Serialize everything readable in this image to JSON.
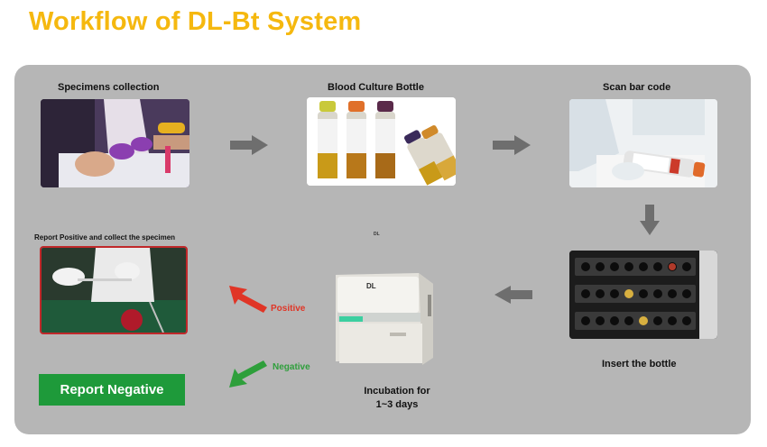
{
  "title": "Workflow of DL-Bt System",
  "steps": {
    "collection": "Specimens collection",
    "bottle": "Blood Culture Bottle",
    "scan": "Scan bar code",
    "insert": "Insert the bottle",
    "incubation_line1": "Incubation for",
    "incubation_line2": "1~3 days",
    "report_positive": "Report Positive and collect the specimen",
    "report_negative": "Report Negative"
  },
  "branches": {
    "positive": "Positive",
    "negative": "Negative"
  },
  "instrument_logo": "DL",
  "colors": {
    "title": "#f5b80f",
    "panel": "#b6b6b6",
    "positive": "#e03526",
    "negative": "#2e9f3b",
    "negative_button": "#1e9a3a",
    "flow_arrow": "#6e6e6e"
  },
  "icons": [
    "arrow-right-icon",
    "arrow-down-icon",
    "arrow-left-icon",
    "positive-arrow-icon",
    "negative-arrow-icon"
  ]
}
